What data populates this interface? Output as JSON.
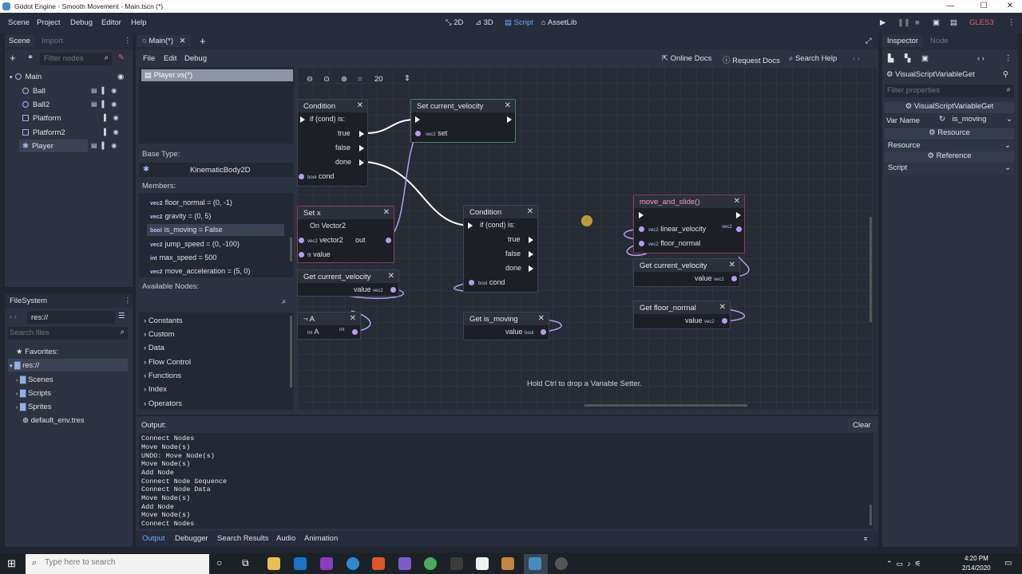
{
  "window": {
    "title": "Godot Engine - Smooth Movement - Main.tscn (*)"
  },
  "menus": [
    "Scene",
    "Project",
    "Debug",
    "Editor",
    "Help"
  ],
  "workspaces": [
    {
      "label": "2D",
      "active": false
    },
    {
      "label": "3D",
      "active": false
    },
    {
      "label": "Script",
      "active": true
    },
    {
      "label": "AssetLib",
      "active": false
    }
  ],
  "renderer": "GLES3",
  "scene_dock": {
    "tabs": [
      "Scene",
      "Import"
    ],
    "filter_placeholder": "Filter nodes",
    "nodes": [
      {
        "label": "Main",
        "indent": 0
      },
      {
        "label": "Ball",
        "indent": 1
      },
      {
        "label": "Ball2",
        "indent": 1
      },
      {
        "label": "Platform",
        "indent": 1
      },
      {
        "label": "Platform2",
        "indent": 1
      },
      {
        "label": "Player",
        "indent": 1,
        "selected": true
      }
    ]
  },
  "filesystem": {
    "title": "FileSystem",
    "path": "res://",
    "search_placeholder": "Search files",
    "items": [
      "Favorites:",
      "res://",
      "Scenes",
      "Scripts",
      "Sprites",
      "default_env.tres"
    ]
  },
  "script_editor": {
    "tab": "Main(*)",
    "menus": [
      "File",
      "Edit",
      "Debug"
    ],
    "help": [
      "Online Docs",
      "Request Docs",
      "Search Help"
    ],
    "script_file": "Player.vs(*)",
    "base_type_label": "Base Type:",
    "base_type": "KinematicBody2D",
    "members_label": "Members:",
    "members": [
      {
        "type": "vec2",
        "text": "floor_normal = (0, -1)"
      },
      {
        "type": "vec2",
        "text": "gravity = (0, 5)"
      },
      {
        "type": "bool",
        "text": "is_moving = False"
      },
      {
        "type": "vec2",
        "text": "jump_speed = (0, -100)"
      },
      {
        "type": "int",
        "text": "max_speed = 500"
      },
      {
        "type": "vec2",
        "text": "move_acceleration = (5, 0)"
      }
    ],
    "available_label": "Available Nodes:",
    "available": [
      "Constants",
      "Custom",
      "Data",
      "Flow Control",
      "Functions",
      "Index",
      "Operators"
    ],
    "zoom": "20",
    "hint": "Hold Ctrl to drop a Variable Setter."
  },
  "graph_nodes": {
    "cond1": {
      "title": "Condition",
      "rows": [
        "if (cond) is:",
        "true",
        "false",
        "done",
        "cond"
      ]
    },
    "setvel": {
      "title": "Set current_velocity",
      "rows": [
        "set"
      ]
    },
    "setx": {
      "title": "Set x",
      "rows": [
        "On Vector2",
        "vector2",
        "out",
        "value"
      ]
    },
    "getvel1": {
      "title": "Get current_velocity",
      "rows": [
        "value"
      ]
    },
    "a": {
      "title": "¬ A",
      "rows": [
        "A"
      ]
    },
    "cond2": {
      "title": "Condition",
      "rows": [
        "if (cond) is:",
        "true",
        "false",
        "done",
        "cond"
      ]
    },
    "getmoving": {
      "title": "Get is_moving",
      "rows": [
        "value"
      ]
    },
    "moveslide": {
      "title": "move_and_slide()",
      "rows": [
        "linear_velocity",
        "floor_normal"
      ]
    },
    "getvel2": {
      "title": "Get current_velocity",
      "rows": [
        "value"
      ]
    },
    "getfloor": {
      "title": "Get floor_normal",
      "rows": [
        "value"
      ]
    }
  },
  "inspector": {
    "tabs": [
      "Inspector",
      "Node"
    ],
    "object": "VisualScriptVariableGet",
    "filter_placeholder": "Filter properties",
    "class": "VisualScriptVariableGet",
    "var_name_label": "Var Name",
    "var_name": "is_moving",
    "resource_header": "Resource",
    "resource": "Resource",
    "reference_header": "Reference",
    "script": "Script"
  },
  "output": {
    "title": "Output:",
    "clear": "Clear",
    "lines": [
      "Connect Nodes",
      "Move Node(s)",
      "UNDO: Move Node(s)",
      "Move Node(s)",
      "Add Node",
      "Connect Node Sequence",
      "Connect Node Data",
      "Move Node(s)",
      "Add Node",
      "Move Node(s)",
      "Connect Nodes"
    ]
  },
  "bottom_tabs": [
    "Output",
    "Debugger",
    "Search Results",
    "Audio",
    "Animation"
  ],
  "taskbar": {
    "search_placeholder": "Type here to search",
    "time": "4:20 PM",
    "date": "2/14/2020"
  }
}
